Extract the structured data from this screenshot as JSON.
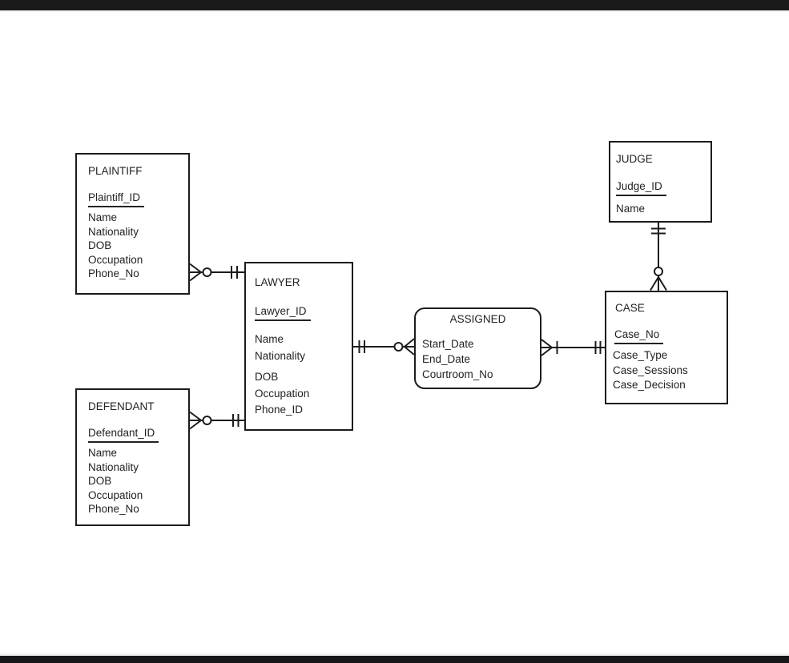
{
  "page": {
    "background_color": "#ffffff",
    "top_bar_color": "#1a1a1a",
    "bottom_bar_color": "#17171c",
    "line_color": "#1c1c1c"
  },
  "diagram": {
    "type": "entity-relationship-diagram",
    "entities": [
      {
        "name": "PLAINTIFF",
        "shape": "rectangle",
        "primary_key": "Plaintiff_ID",
        "attributes": [
          "Name",
          "Nationality",
          "DOB",
          "Occupation",
          "Phone_No"
        ]
      },
      {
        "name": "LAWYER",
        "shape": "rectangle",
        "primary_key": "Lawyer_ID",
        "attributes": [
          "Name",
          "Nationality",
          "DOB",
          "Occupation",
          "Phone_ID"
        ]
      },
      {
        "name": "DEFENDANT",
        "shape": "rectangle",
        "primary_key": "Defendant_ID",
        "attributes": [
          "Name",
          "Nationality",
          "DOB",
          "Occupation",
          "Phone_No"
        ]
      },
      {
        "name": "ASSIGNED",
        "shape": "rounded-rectangle",
        "primary_key": "",
        "attributes": [
          "Start_Date",
          "End_Date",
          "Courtroom_No"
        ]
      },
      {
        "name": "CASE",
        "shape": "rectangle",
        "primary_key": "Case_No",
        "attributes": [
          "Case_Type",
          "Case_Sessions",
          "Case_Decision"
        ]
      },
      {
        "name": "JUDGE",
        "shape": "rectangle",
        "primary_key": "Judge_ID",
        "attributes": [
          "Name"
        ]
      }
    ],
    "relationships": [
      {
        "from": "PLAINTIFF",
        "to": "LAWYER",
        "from_cardinality": "zero-or-many",
        "to_cardinality": "one-and-only-one"
      },
      {
        "from": "DEFENDANT",
        "to": "LAWYER",
        "from_cardinality": "zero-or-many",
        "to_cardinality": "one-and-only-one"
      },
      {
        "from": "LAWYER",
        "to": "ASSIGNED",
        "from_cardinality": "one-and-only-one",
        "to_cardinality": "zero-or-many"
      },
      {
        "from": "ASSIGNED",
        "to": "CASE",
        "from_cardinality": "one-or-many",
        "to_cardinality": "one-and-only-one"
      },
      {
        "from": "JUDGE",
        "to": "CASE",
        "from_cardinality": "one-and-only-one",
        "to_cardinality": "zero-or-many"
      }
    ]
  }
}
